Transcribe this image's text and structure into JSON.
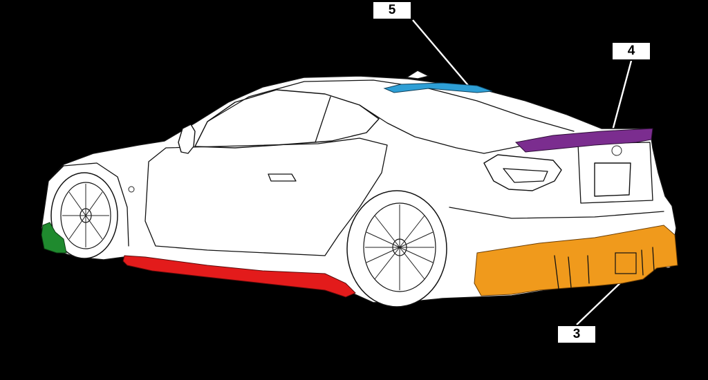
{
  "callouts": [
    {
      "id": "5",
      "label": "5",
      "part": "roof-spoiler",
      "color": "#2e9fd6"
    },
    {
      "id": "4",
      "label": "4",
      "part": "trunk-spoiler",
      "color": "#7b2d8f"
    },
    {
      "id": "3",
      "label": "3",
      "part": "rear-diffuser",
      "color": "#f09a1c"
    }
  ],
  "highlights": {
    "front_canard": "#1f8a2e",
    "side_skirt": "#e31b1b",
    "rear_diffuser": "#f09a1c",
    "trunk_spoiler": "#7b2d8f",
    "roof_spoiler": "#2e9fd6"
  },
  "colors": {
    "background": "#000000",
    "body": "#ffffff",
    "outline": "#111111"
  }
}
